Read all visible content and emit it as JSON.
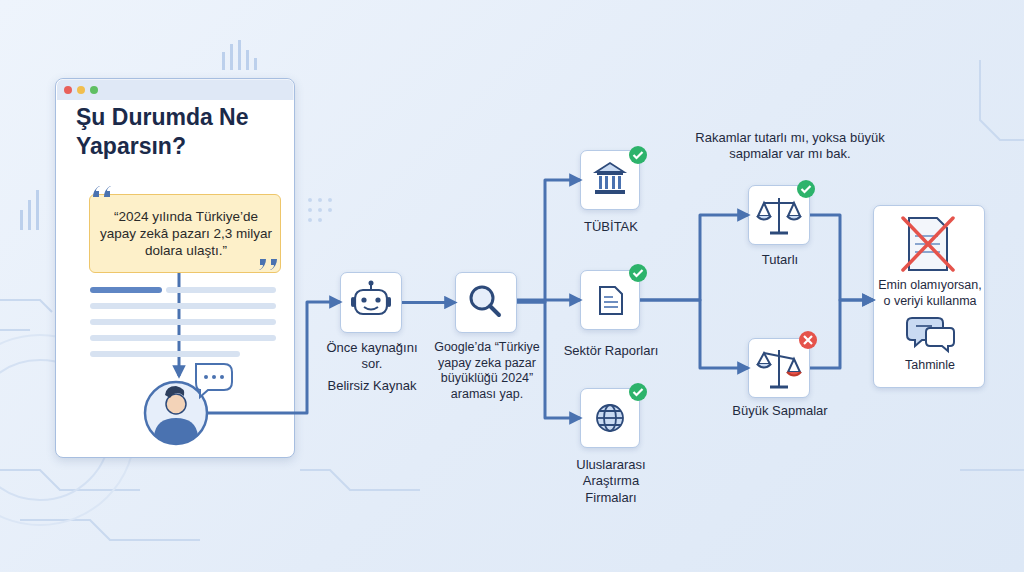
{
  "diagram": {
    "nodes": [
      {
        "text": [
          "Şu Durumda Ne Yaparsın?"
        ]
      },
      {
        "text": [
          "“2024 yılında Türkiye’de yapay zekâ pazarı 2,3 milyar dolara ulaştı.”"
        ],
        "in": 0
      },
      {
        "text": [
          "Önce kaynağını sor.",
          "Belirsiz Kaynak"
        ]
      },
      {
        "text": [
          "Google’da “Türkiye yapay zeka pazar büyüklüğü 2024” araması yap."
        ]
      },
      {
        "text": [
          "TÜBİTAK"
        ]
      },
      {
        "text": [
          "Sektör Raporları"
        ]
      },
      {
        "text": [
          "Uluslararası Araştırma Firmaları"
        ]
      },
      {
        "text": [
          "Tutarlı"
        ]
      },
      {
        "text": [
          "Büyük Sapmalar"
        ]
      },
      {
        "text": [
          "Emin olamıyorsan, o veriyi kullanma",
          "Tahminle"
        ]
      }
    ],
    "edges": [
      {
        "from": 0,
        "to": 2,
        "arrow": "to"
      },
      {
        "from": 2,
        "to": 3,
        "arrow": "to"
      },
      {
        "from": 3,
        "to": 4,
        "arrow": "to"
      },
      {
        "from": 3,
        "to": 5,
        "arrow": "to"
      },
      {
        "from": 3,
        "to": 6,
        "arrow": "to"
      },
      {
        "from": 5,
        "to": 7,
        "arrow": "to"
      },
      {
        "from": 5,
        "to": 8,
        "arrow": "to"
      },
      {
        "from": 7,
        "to": 9,
        "arrow": "to"
      },
      {
        "from": 8,
        "to": 9,
        "arrow": "to"
      }
    ],
    "labels": [
      "Rakamlar tutarlı mı, yoksa büyük sapmalar var mı bak."
    ]
  }
}
